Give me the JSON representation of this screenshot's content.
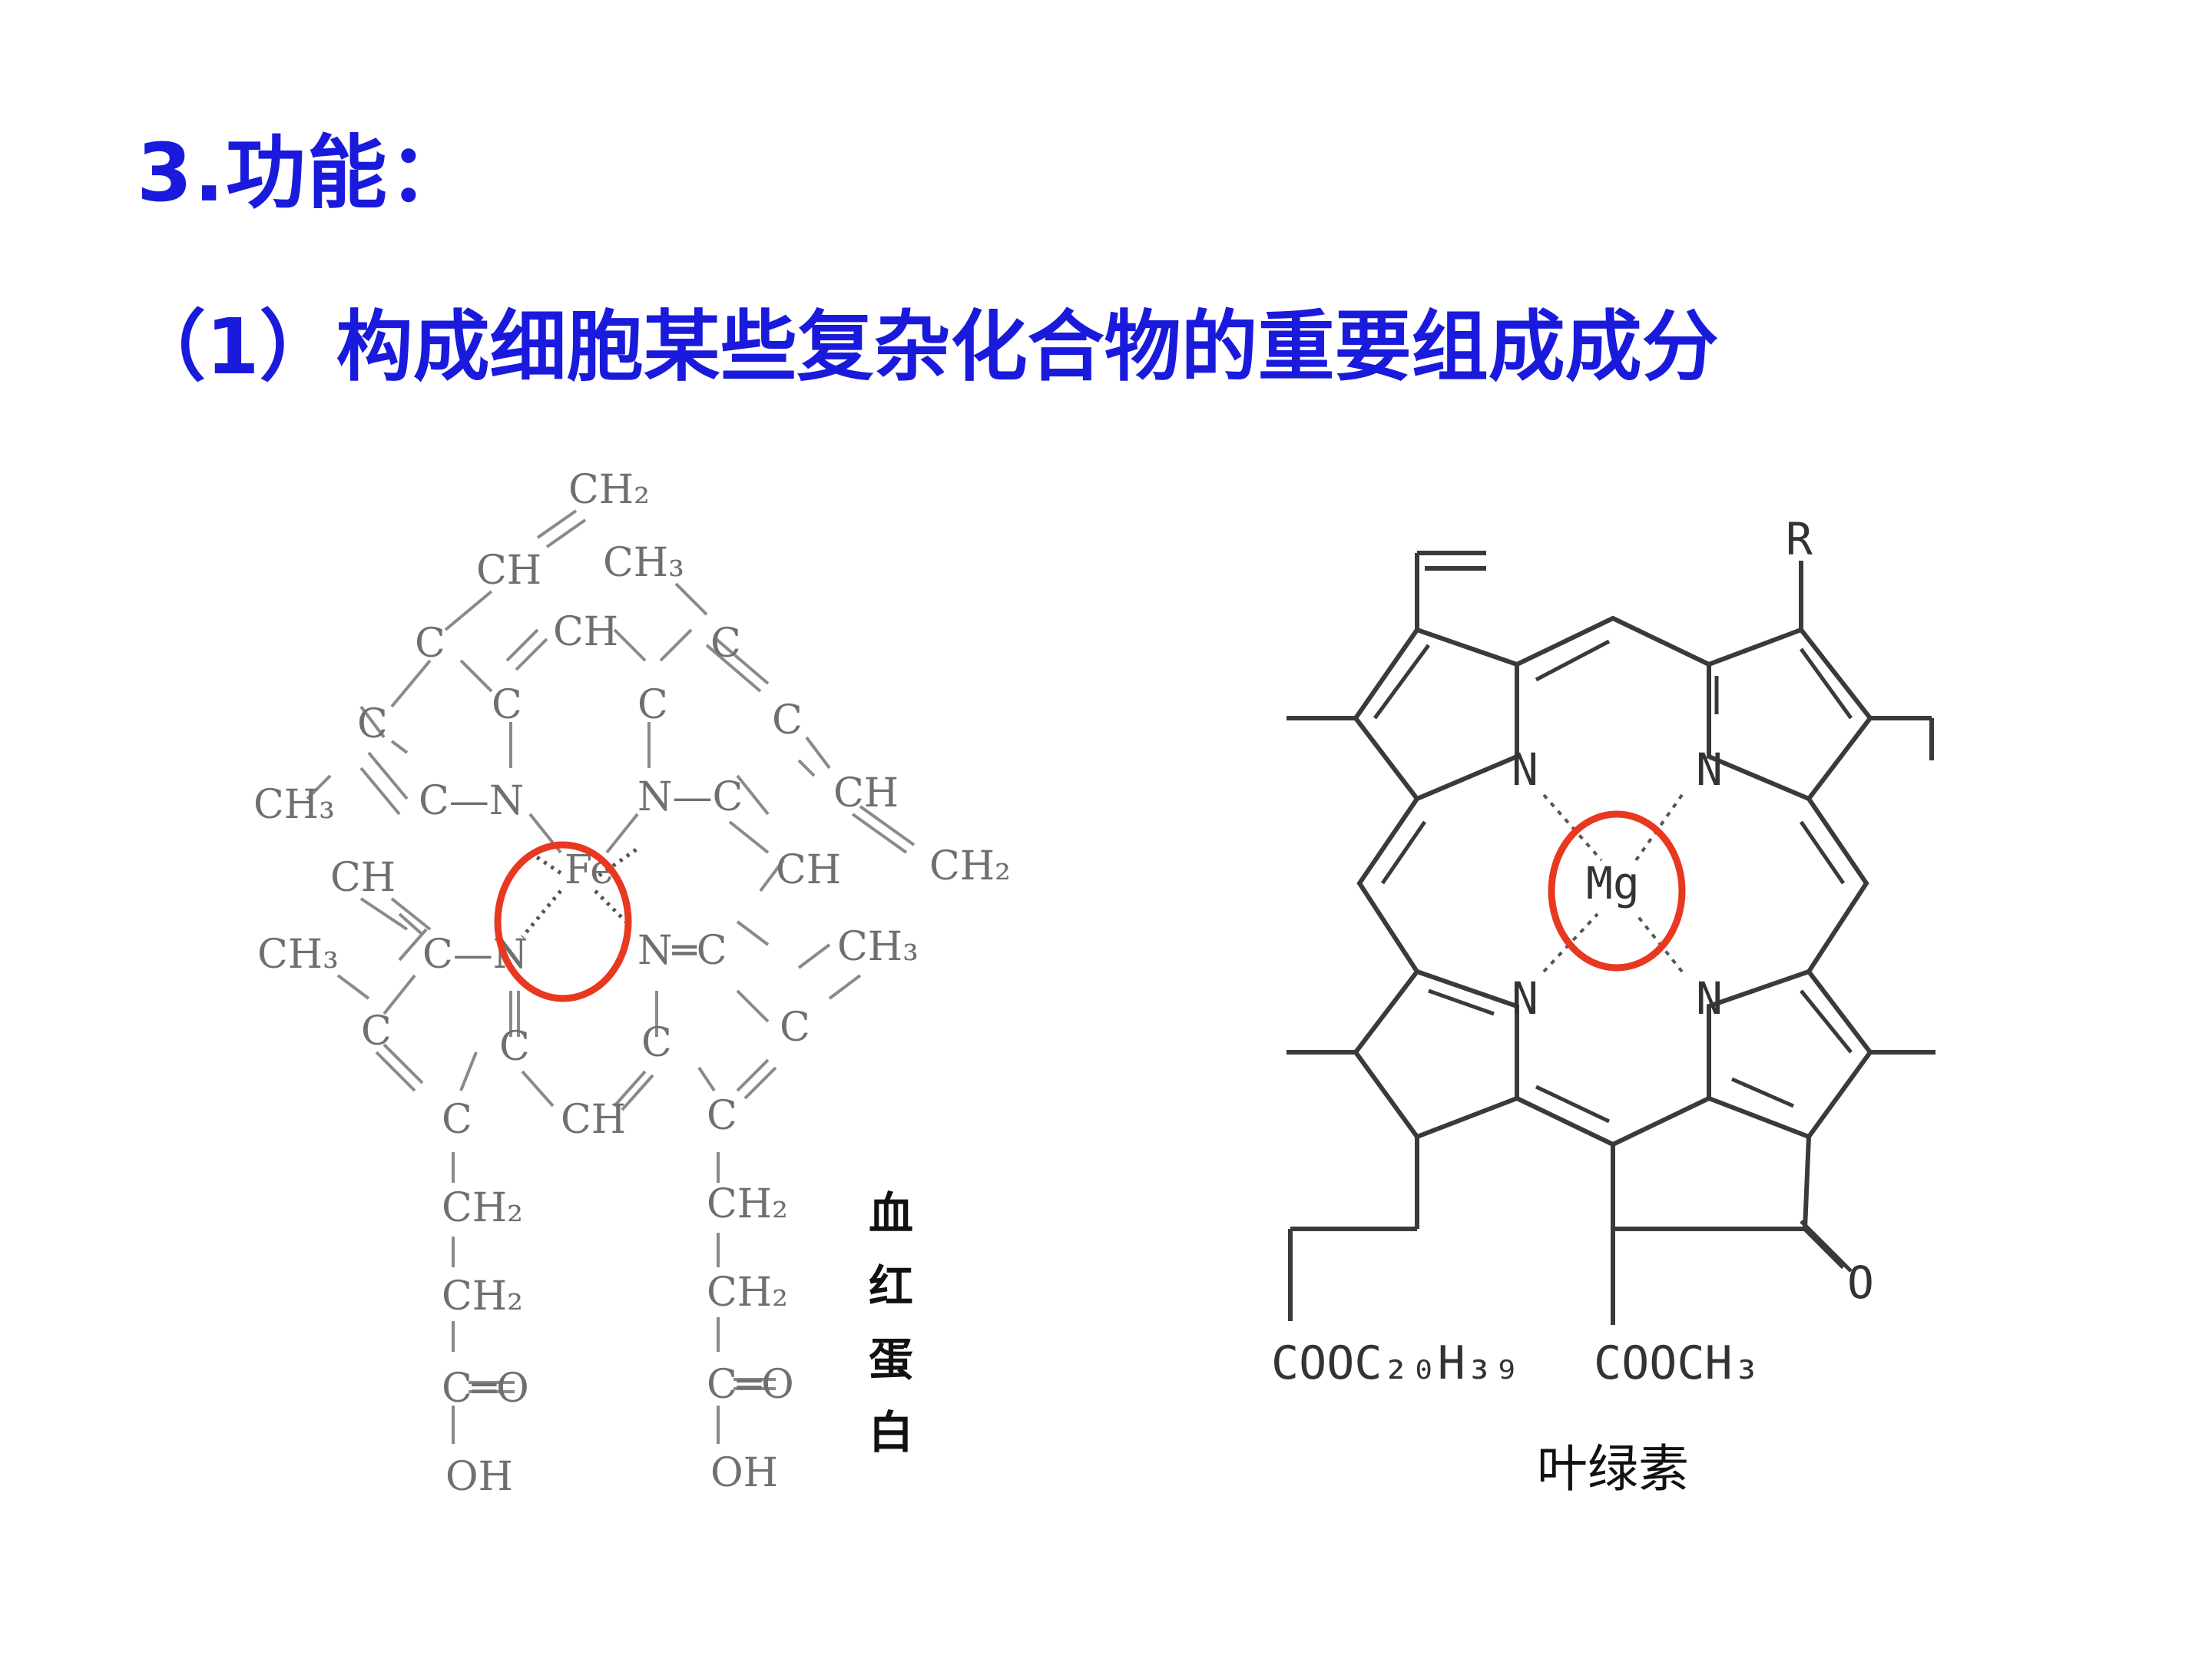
{
  "slide": {
    "title": "3.功能：",
    "subtitle": "（1）构成细胞某些复杂化合物的重要组成成分"
  },
  "colors": {
    "heading": "#1a1adc",
    "highlight_ring": "#e8381f",
    "hemoglobin_structure": "#6f6f6f",
    "chlorophyll_structure": "#333333"
  },
  "hemoglobin": {
    "caption": [
      "血",
      "红",
      "蛋",
      "白"
    ],
    "center_atom": "Fe",
    "atoms": {
      "top_ch2": "CH₂",
      "top_ch": "CH",
      "top_ch3": "CH₃",
      "upper_mid_ch": "CH",
      "ul_c1": "C",
      "ul_c2": "C",
      "ur_c1": "C",
      "ur_c2": "C",
      "l_c_outer": "C",
      "r_c_outer": "C",
      "ch3_left_upper": "CH₃",
      "c_n_left_upper": "C—N",
      "n_c_right_upper": "N—C",
      "ch_right_vinyl": "CH",
      "ch2_right_vinyl": "CH₂",
      "ch_left_mid": "CH",
      "ch_right_mid": "CH",
      "ch3_left_lower": "CH₃",
      "c_n_left_lower": "C—N",
      "n_c_right_lower": "N═C",
      "ch3_right_lower": "CH₃",
      "ll_c_outer": "C",
      "ll_c_inner": "C",
      "lr_c_inner": "C",
      "lr_c_outer": "C",
      "bottom_ch": "CH",
      "chain_left_c": "C",
      "chain_right_c": "C",
      "chain_left_ch2_1": "CH₂",
      "chain_left_ch2_2": "CH₂",
      "chain_left_cooh": "C═O",
      "chain_left_oh": "OH",
      "chain_right_ch2_1": "CH₂",
      "chain_right_ch2_2": "CH₂",
      "chain_right_cooh": "C═O",
      "chain_right_oh": "OH"
    }
  },
  "chlorophyll": {
    "caption": "叶绿素",
    "center_atom": "Mg",
    "substituent_r": "R",
    "nitrogens": [
      "N",
      "N",
      "N",
      "N"
    ],
    "ester_left": "COOC₂₀H₃₉",
    "ester_right": "COOCH₃",
    "ketone_o": "O"
  }
}
